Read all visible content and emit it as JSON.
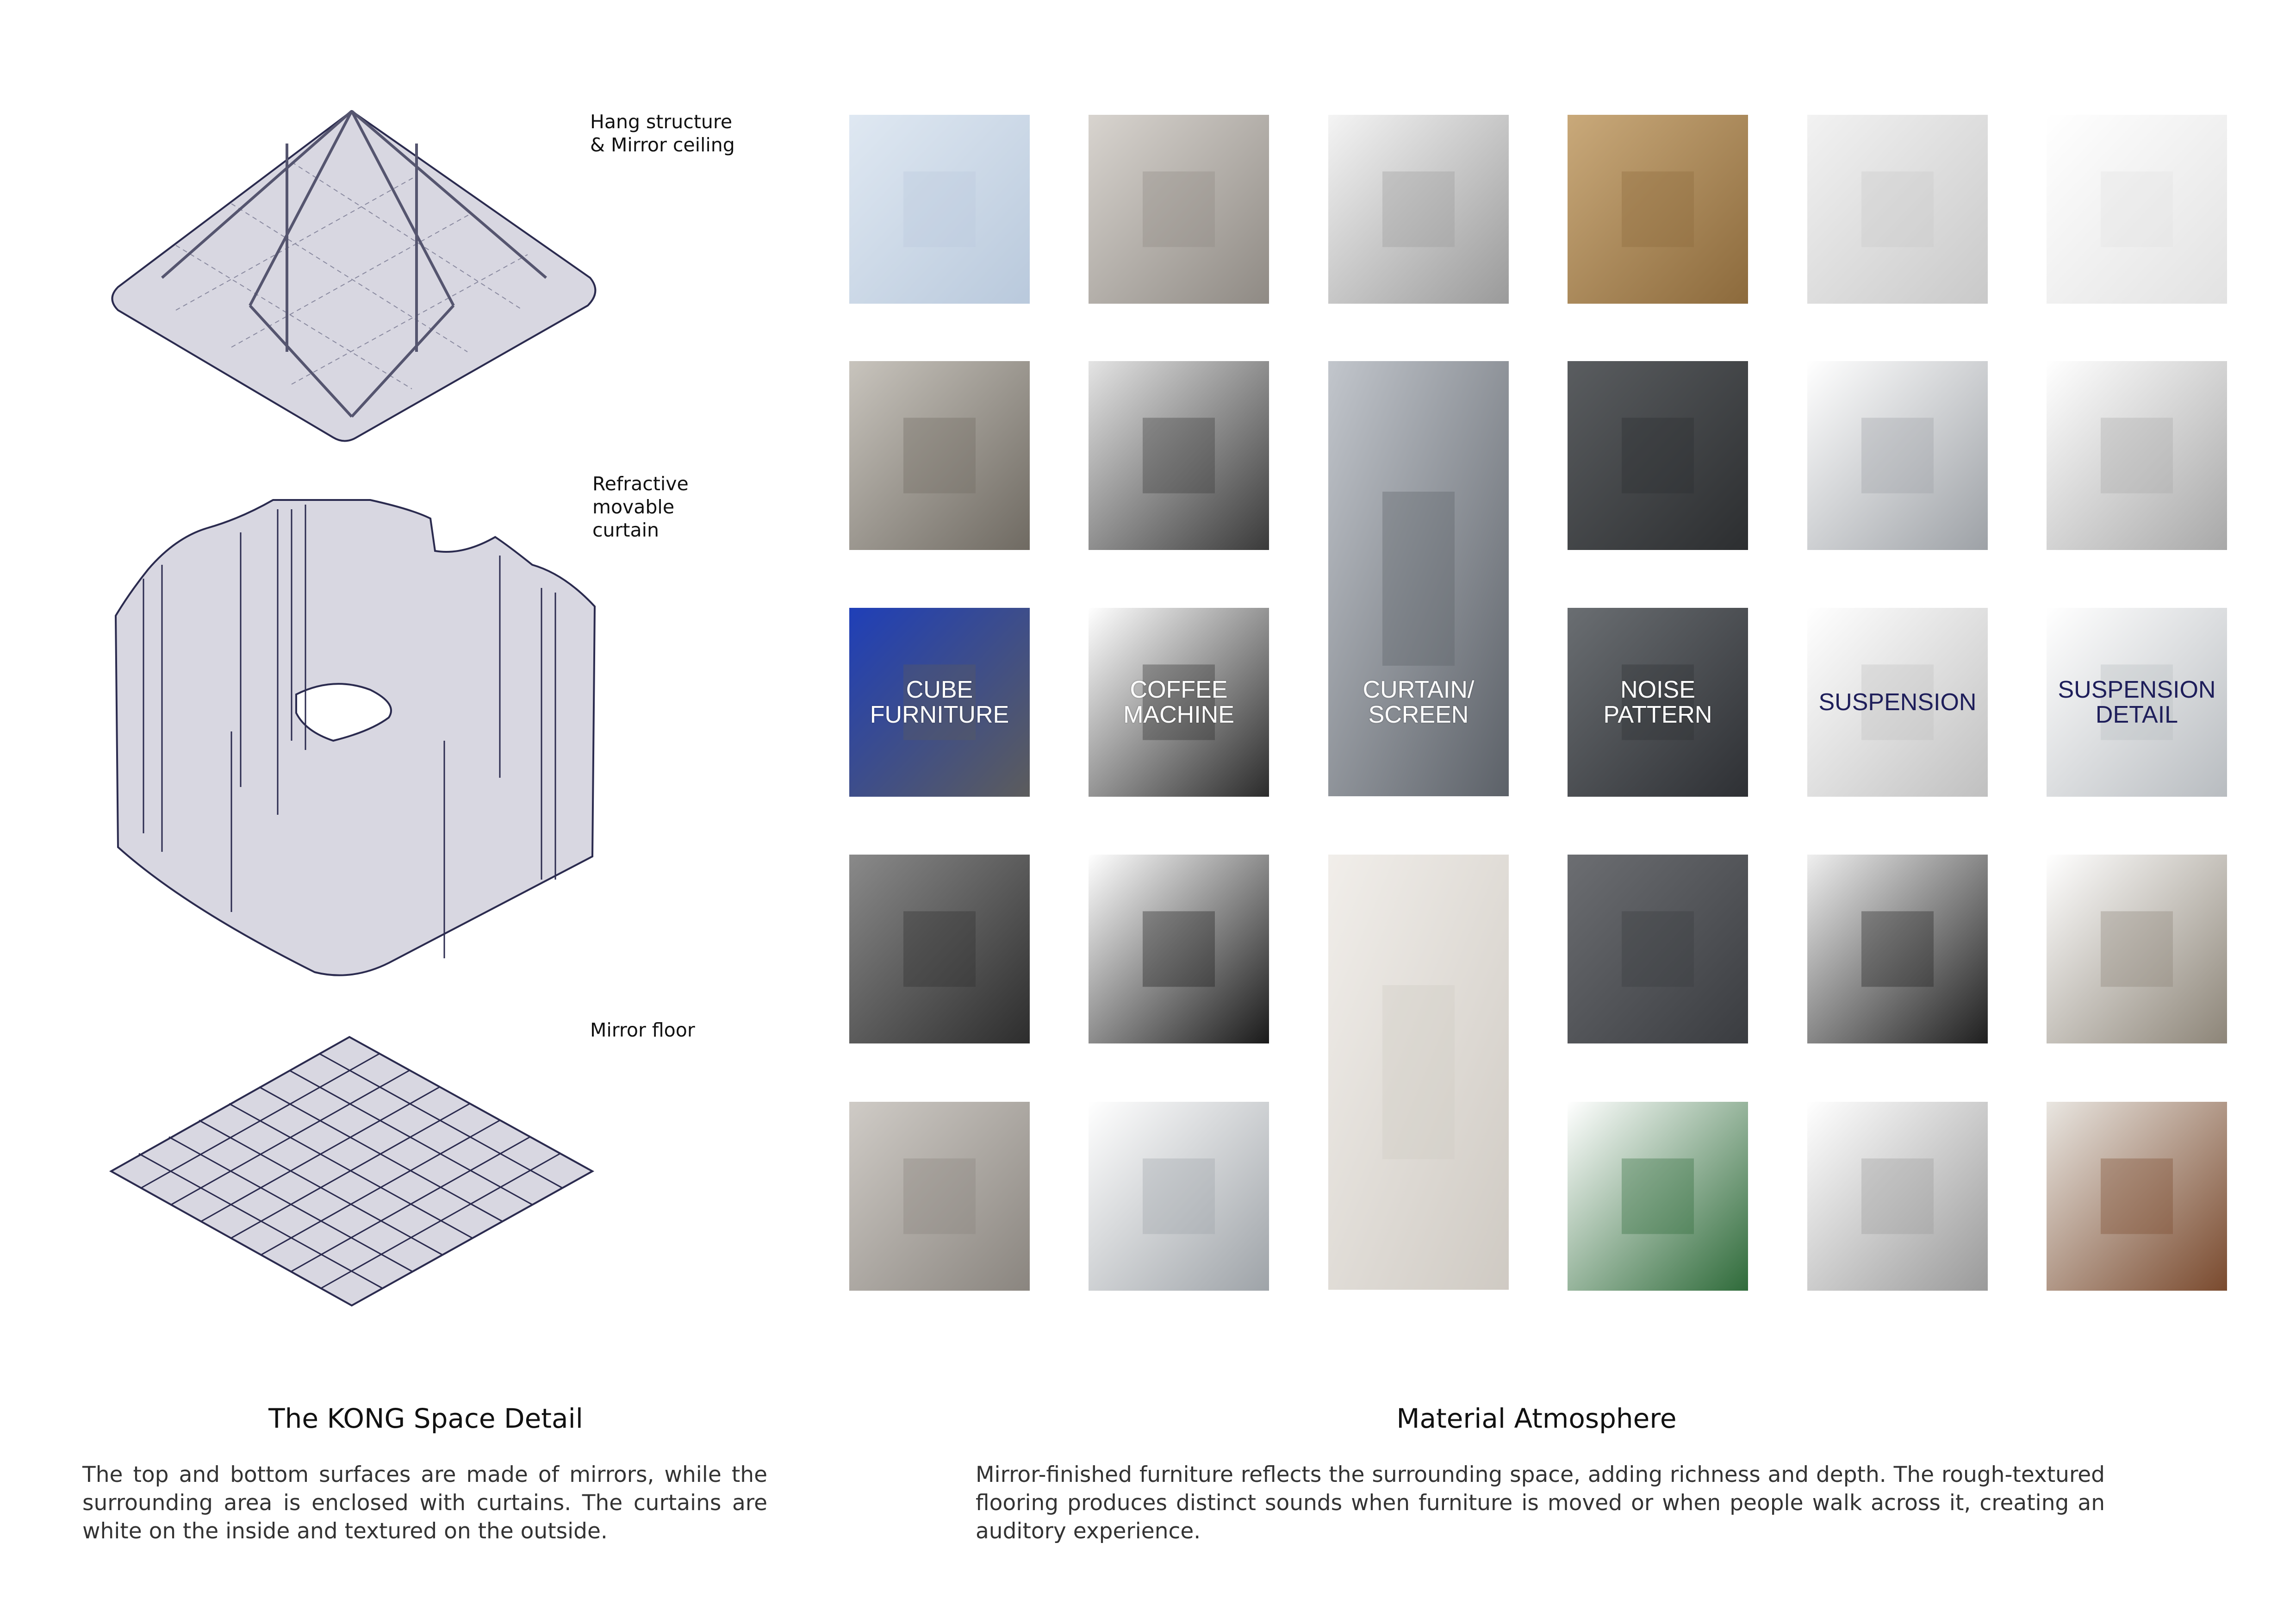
{
  "diagram": {
    "labels": {
      "ceiling": "Hang structure\n& Mirror ceiling",
      "curtain": "Refractive\nmovable curtain",
      "floor": "Mirror floor"
    },
    "colors": {
      "fill": "#d8d7e1",
      "stroke": "#2b2b4f"
    }
  },
  "left_section": {
    "title": "The KONG Space Detail",
    "body": "The top and bottom surfaces are made of mirrors, while the surrounding area is enclosed with curtains. The curtains are white on the inside and textured on the outside."
  },
  "right_section": {
    "title": "Material Atmosphere",
    "body": "Mirror-finished furniture reflects the surrounding space, adding richness and depth. The rough-textured flooring produces distinct sounds when furniture is moved or when people walk across it, creating an auditory experience."
  },
  "board": {
    "columns": [
      {
        "category": "CUBE\nFURNITURE",
        "label_color": "light",
        "images": [
          "mirror-pedestals-photo",
          "steel-cube-table-photo",
          "blue-acrylic-cube-photo",
          "steel-cube-side-table-photo",
          "mirror-cube-pedestal-photo"
        ]
      },
      {
        "category": "COFFEE\nMACHINE",
        "label_color": "light",
        "images": [
          "concrete-espresso-machine-photo",
          "pour-over-coffee-stand-photo",
          "espresso-machine-photo",
          "gooseneck-kettle-photo",
          "drip-coffee-maker-photo"
        ]
      },
      {
        "category": "CURTAIN/\nSCREEN",
        "label_color": "light",
        "images": [
          "mirror-panels-photo",
          "metallic-curtain-photo",
          "white-curtain-room-photo"
        ]
      },
      {
        "category": "NOISE\nPATTERN",
        "label_color": "light",
        "images": [
          "woven-jute-rug-photo",
          "rubber-floor-tiles-photo",
          "gravel-texture-photo",
          "stone-mosaic-photo",
          "artificial-leaf-mat-photo"
        ]
      },
      {
        "category": "SUSPENSION",
        "label_color": "dark",
        "images": [
          "ceiling-light-slot-photo",
          "steel-cable-grippers-photo",
          "steel-cable-coil-photo",
          "caster-wheel-photo",
          "hanging-rod-photo"
        ]
      },
      {
        "category": "SUSPENSION\nDETAIL",
        "label_color": "dark",
        "images": [
          "ceiling-kit-diagram-photo",
          "steel-oval-tube-photo",
          "suspension-kit-photo",
          "rod-bracket-photo",
          "interior-room-photo"
        ]
      }
    ]
  }
}
